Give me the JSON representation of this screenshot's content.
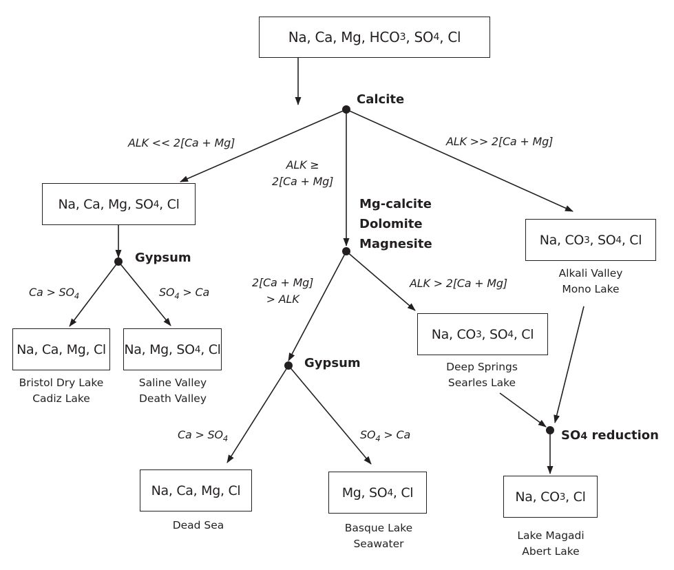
{
  "diagram": {
    "type": "flowchart",
    "description": "Brine evolution pathways"
  },
  "boxes": {
    "root": {
      "parts": [
        "Na, Ca, Mg, HCO",
        "3",
        ", SO",
        "4",
        ", Cl"
      ]
    },
    "left": {
      "parts": [
        "Na, Ca, Mg, SO",
        "4",
        ", Cl"
      ]
    },
    "left_left": {
      "parts": [
        "Na, Ca, Mg, Cl"
      ]
    },
    "left_right": {
      "parts": [
        "Na, Mg, SO",
        "4",
        ", Cl"
      ]
    },
    "right": {
      "parts": [
        "Na, CO",
        "3",
        ", SO",
        "4",
        ", Cl"
      ]
    },
    "mid_right": {
      "parts": [
        "Na, CO",
        "3",
        ", SO",
        "4",
        ", Cl"
      ]
    },
    "mid_left_left": {
      "parts": [
        "Na, Ca, Mg, Cl"
      ]
    },
    "mid_left_right": {
      "parts": [
        "Mg, SO",
        "4",
        ", Cl"
      ]
    },
    "final": {
      "parts": [
        "Na, CO",
        "3",
        ", Cl"
      ]
    }
  },
  "captions": {
    "left_left": [
      "Bristol Dry Lake",
      "Cadiz Lake"
    ],
    "left_right": [
      "Saline Valley",
      "Death Valley"
    ],
    "right": [
      "Alkali Valley",
      "Mono Lake"
    ],
    "mid_right": [
      "Deep Springs",
      "Searles Lake"
    ],
    "mid_left_left": [
      "Dead Sea"
    ],
    "mid_left_right": [
      "Basque Lake",
      "Seawater"
    ],
    "final": [
      "Lake Magadi",
      "Abert Lake"
    ]
  },
  "minerals": {
    "calcite": "Calcite",
    "gypsum_left": "Gypsum",
    "mg_group": [
      "Mg-calcite",
      "Dolomite",
      "Magnesite"
    ],
    "gypsum_mid": "Gypsum",
    "so4_reduction": {
      "parts": [
        "SO",
        "4",
        " reduction"
      ]
    }
  },
  "conditions": {
    "alk_much_less": "ALK << 2[Ca + Mg]",
    "alk_ge": [
      "ALK ≥",
      "2[Ca + Mg]"
    ],
    "alk_much_greater": "ALK >> 2[Ca + Mg]",
    "ca_gt_so4_left": {
      "parts": [
        "Ca > SO",
        "4"
      ]
    },
    "so4_gt_ca_left": {
      "parts": [
        "SO",
        "4",
        " > Ca"
      ]
    },
    "camg_gt_alk": [
      "2[Ca + Mg]",
      "> ALK"
    ],
    "alk_gt": "ALK > 2[Ca + Mg]",
    "ca_gt_so4_mid": {
      "parts": [
        "Ca > SO",
        "4"
      ]
    },
    "so4_gt_ca_mid": {
      "parts": [
        "SO",
        "4",
        " > Ca"
      ]
    }
  },
  "style": {
    "line_color": "#231f20"
  }
}
